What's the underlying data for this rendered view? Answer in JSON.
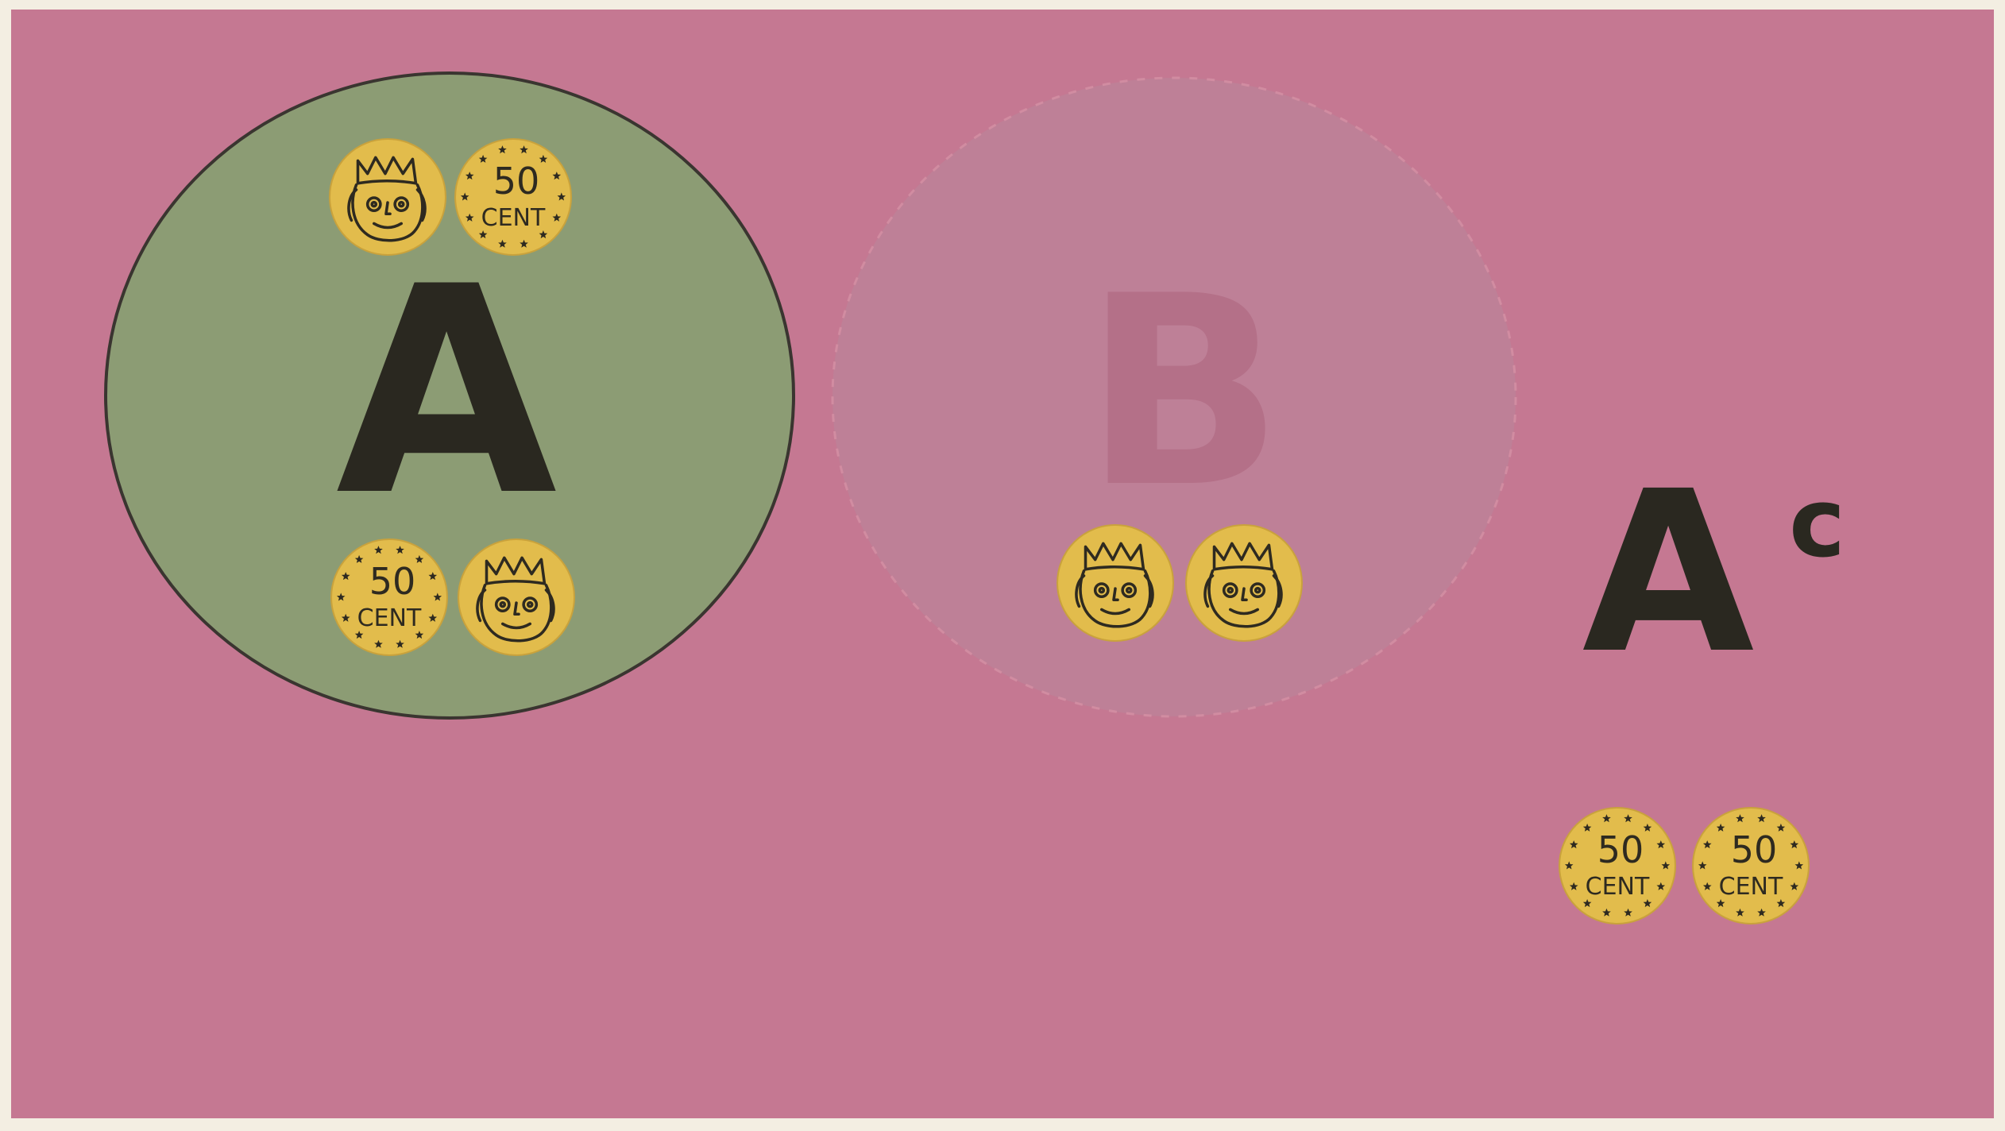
{
  "colors": {
    "frame": "#f3eee2",
    "background": "#c57892",
    "set_a_fill": "#8c9c74",
    "set_a_stroke": "#3a3530",
    "set_b_fill": "#bd8298",
    "set_b_stroke": "#d490a4",
    "letter_b": "#b47088",
    "coin_fill": "#e2bc4c",
    "coin_ink": "#2e2a20",
    "letter_ink": "#2a2820"
  },
  "labels": {
    "set_a": "A",
    "set_b": "B",
    "complement_base": "A",
    "complement_sup": "c"
  },
  "coin_text": {
    "value": "50",
    "unit": "CENT"
  },
  "coins": {
    "set_a": [
      "heads",
      "tails",
      "tails",
      "heads"
    ],
    "set_b": [
      "heads",
      "heads"
    ],
    "complement": [
      "tails",
      "tails"
    ]
  }
}
